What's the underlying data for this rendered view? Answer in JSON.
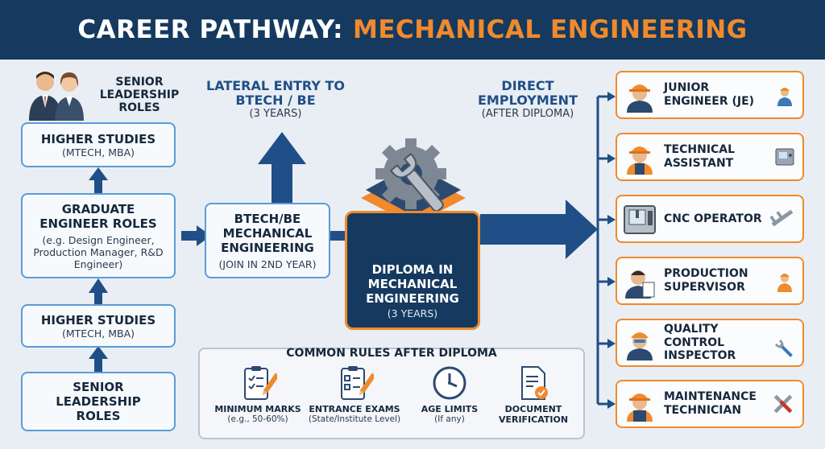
{
  "title": {
    "part1": "CAREER PATHWAY:",
    "part2": "MECHANICAL ENGINEERING"
  },
  "left_column": {
    "top_label": "SENIOR LEADERSHIP ROLES",
    "higher_studies_top": {
      "title": "HIGHER STUDIES",
      "sub": "(MTECH, MBA)"
    },
    "graduate_roles": {
      "title": "GRADUATE ENGINEER ROLES",
      "sub": "(e.g. Design Engineer, Production Manager, R&D Engineer)"
    },
    "higher_studies_bottom": {
      "title": "HIGHER STUDIES",
      "sub": "(MTECH, MBA)"
    },
    "senior_leadership": {
      "title": "SENIOR LEADERSHIP ROLES"
    }
  },
  "lateral_entry": {
    "title": "LATERAL ENTRY TO BTECH / BE",
    "sub": "(3 YEARS)"
  },
  "btech": {
    "title": "BTECH/BE MECHANICAL ENGINEERING",
    "sub": "(JOIN IN 2ND YEAR)"
  },
  "diploma": {
    "title": "DIPLOMA IN MECHANICAL ENGINEERING",
    "sub": "(3 YEARS)"
  },
  "direct_employment": {
    "title": "DIRECT EMPLOYMENT",
    "sub": "(AFTER DIPLOMA)"
  },
  "careers": [
    {
      "label": "JUNIOR ENGINEER (JE)"
    },
    {
      "label": "TECHNICAL ASSISTANT"
    },
    {
      "label": "CNC OPERATOR"
    },
    {
      "label": "PRODUCTION SUPERVISOR"
    },
    {
      "label": "QUALITY CONTROL INSPECTOR"
    },
    {
      "label": "MAINTENANCE TECHNICIAN"
    }
  ],
  "rules": {
    "title": "COMMON RULES AFTER DIPLOMA",
    "items": [
      {
        "title": "MINIMUM MARKS",
        "sub": "(e.g., 50-60%)"
      },
      {
        "title": "ENTRANCE EXAMS",
        "sub": "(State/Institute Level)"
      },
      {
        "title": "AGE LIMITS",
        "sub": "(If any)"
      },
      {
        "title": "DOCUMENT VERIFICATION",
        "sub": ""
      }
    ]
  },
  "colors": {
    "navy": "#163a5f",
    "orange": "#f08a2c",
    "blue": "#1f4f86",
    "border_blue": "#5b9bd8"
  }
}
